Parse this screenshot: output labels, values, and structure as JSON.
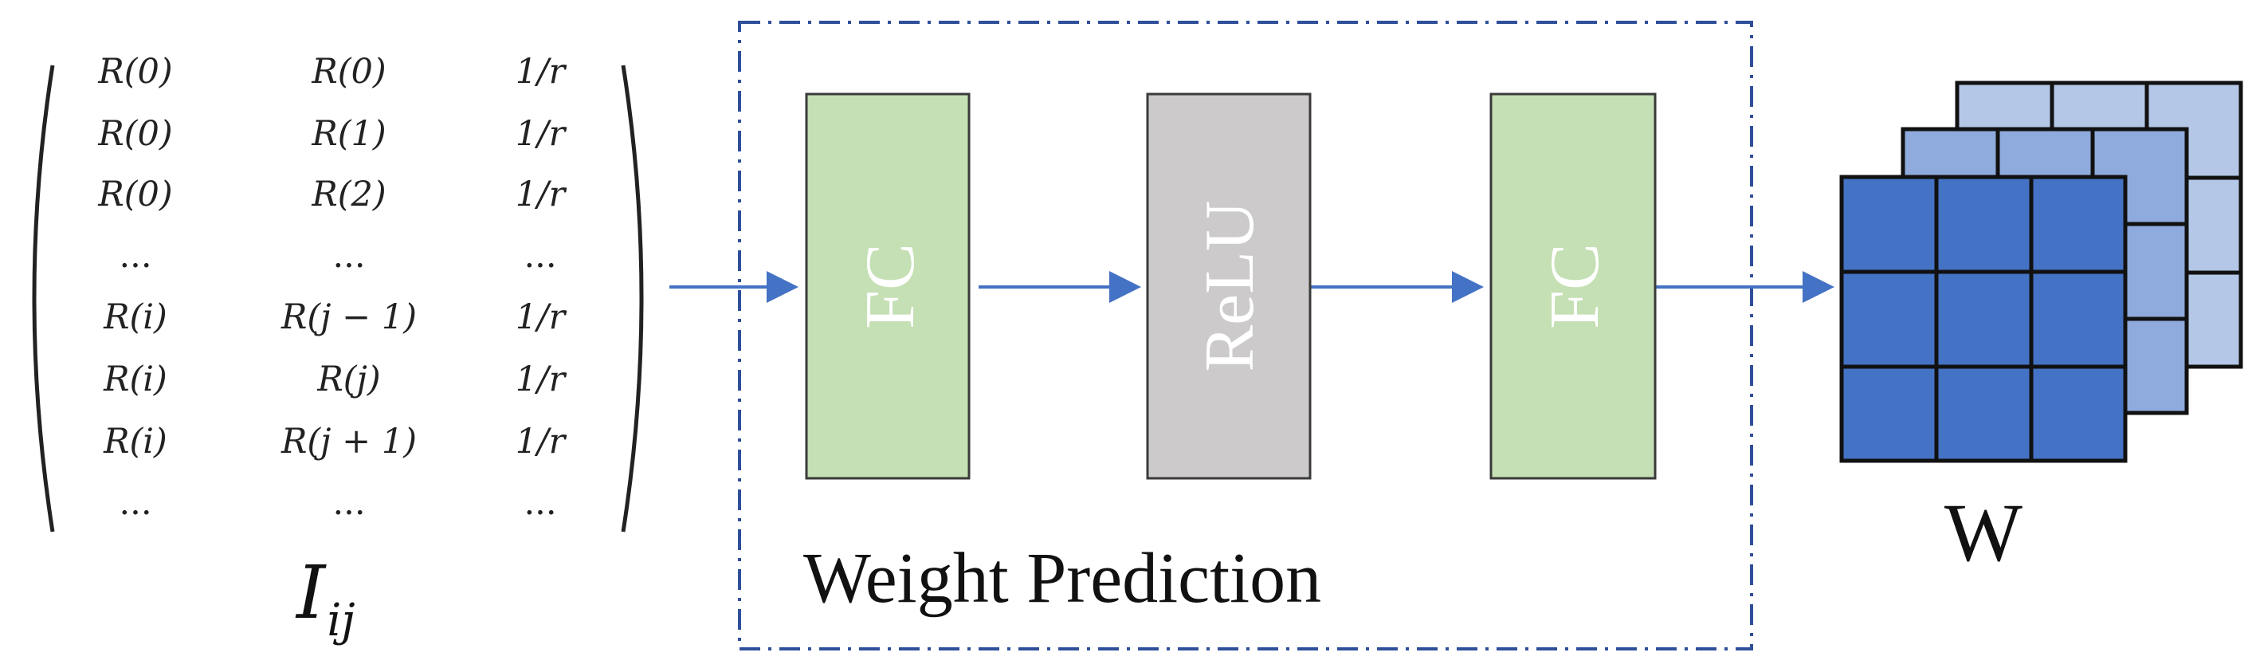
{
  "matrix": {
    "name": "I",
    "subscript": "ij",
    "rows": [
      [
        "R(0)",
        "R(0)",
        "1/r"
      ],
      [
        "R(0)",
        "R(1)",
        "1/r"
      ],
      [
        "R(0)",
        "R(2)",
        "1/r"
      ],
      [
        "...",
        "...",
        "..."
      ],
      [
        "R(i)",
        "R(j − 1)",
        "1/r"
      ],
      [
        "R(i)",
        "R(j)",
        "1/r"
      ],
      [
        "R(i)",
        "R(j + 1)",
        "1/r"
      ],
      [
        "...",
        "...",
        "..."
      ]
    ]
  },
  "blocks": [
    {
      "label": "FC",
      "color": "#c5e0b4"
    },
    {
      "label": "ReLU",
      "color": "#cccaca"
    },
    {
      "label": "FC",
      "color": "#c5e0b4"
    }
  ],
  "group_label": "Weight Prediction",
  "output_label": "W",
  "colors": {
    "arrow": "#4472c4",
    "dashed_border": "#2f4f9a",
    "kernel_front": "#4472c4",
    "kernel_middle": "#8faadc",
    "kernel_back": "#b4c7e7",
    "block_border": "#3a3a3a"
  }
}
